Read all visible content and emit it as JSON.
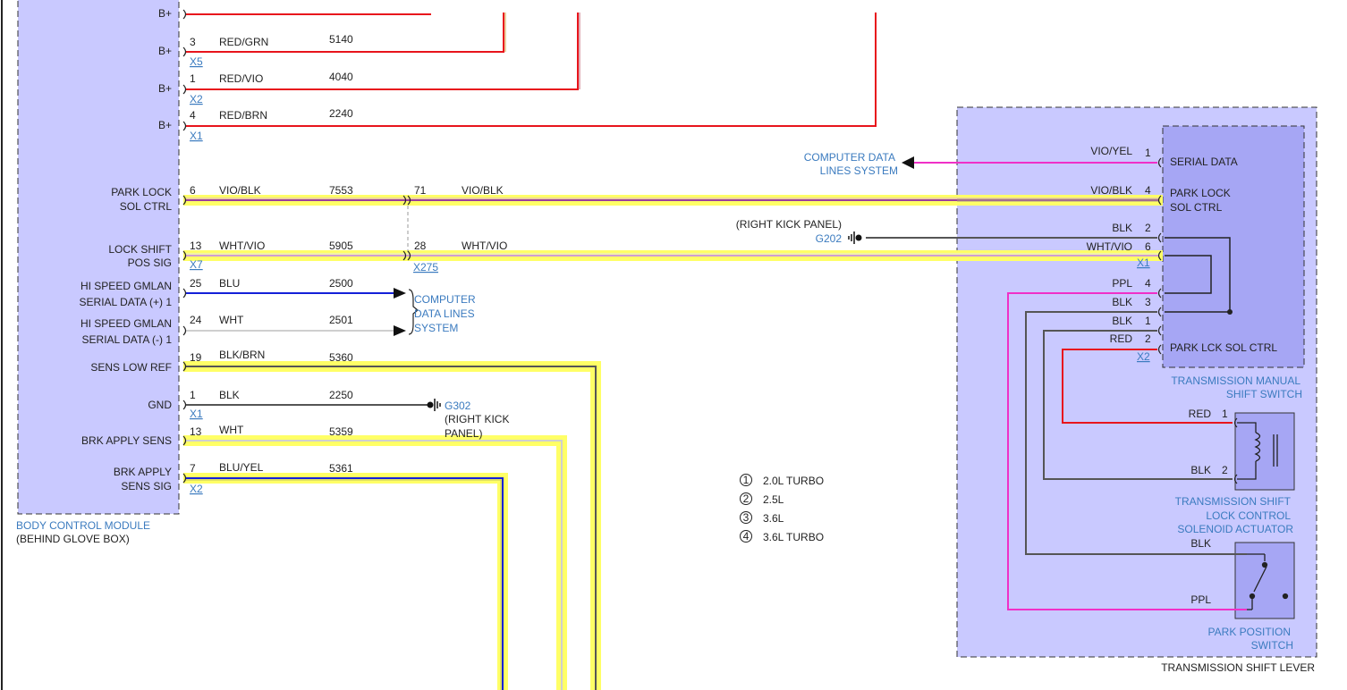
{
  "bcm": {
    "name": "BODY CONTROL MODULE",
    "location": "(BEHIND GLOVE BOX)",
    "pins": [
      {
        "label": "B+"
      },
      {
        "label": "B+",
        "pin": "3",
        "wire": "RED/GRN",
        "circuit": "5140",
        "connector": "X5"
      },
      {
        "label": "B+",
        "pin": "1",
        "wire": "RED/VIO",
        "circuit": "4040",
        "connector": "X2"
      },
      {
        "label": "B+",
        "pin": "4",
        "wire": "RED/BRN",
        "circuit": "2240",
        "connector": "X1"
      },
      {
        "label1": "PARK LOCK",
        "label2": "SOL CTRL",
        "pin": "6",
        "wire": "VIO/BLK",
        "circuit": "7553"
      },
      {
        "label1": "LOCK SHIFT",
        "label2": "POS SIG",
        "pin": "13",
        "wire": "WHT/VIO",
        "circuit": "5905",
        "connector": "X7"
      },
      {
        "label1": "HI SPEED GMLAN",
        "label2": "SERIAL DATA (+) 1",
        "pin": "25",
        "wire": "BLU",
        "circuit": "2500"
      },
      {
        "label1": "HI SPEED GMLAN",
        "label2": "SERIAL DATA (-) 1",
        "pin": "24",
        "wire": "WHT",
        "circuit": "2501"
      },
      {
        "label": "SENS LOW REF",
        "pin": "19",
        "wire": "BLK/BRN",
        "circuit": "5360"
      },
      {
        "label": "GND",
        "pin": "1",
        "wire": "BLK",
        "circuit": "2250",
        "connector": "X1"
      },
      {
        "label": "BRK APPLY SENS",
        "pin": "13",
        "wire": "WHT",
        "circuit": "5359"
      },
      {
        "label1": "BRK APPLY",
        "label2": "SENS SIG",
        "pin": "7",
        "wire": "BLU/YEL",
        "circuit": "5361",
        "connector": "X2"
      }
    ]
  },
  "inline": {
    "connector": "X275",
    "park": {
      "pin": "71",
      "wire": "VIO/BLK"
    },
    "lock": {
      "pin": "28",
      "wire": "WHT/VIO"
    }
  },
  "computer_data_lines": {
    "top": {
      "line1": "COMPUTER DATA",
      "line2": "LINES SYSTEM"
    },
    "mid": {
      "line1": "COMPUTER",
      "line2": "DATA LINES",
      "line3": "SYSTEM"
    }
  },
  "grounds": {
    "g202": {
      "id": "G202",
      "location": "(RIGHT KICK PANEL)"
    },
    "g302": {
      "id": "G302",
      "line1": "(RIGHT KICK",
      "line2": "PANEL)"
    }
  },
  "tmss": {
    "title1": "TRANSMISSION MANUAL",
    "title2": "SHIFT SWITCH",
    "pins": [
      {
        "wire": "VIO/YEL",
        "pin": "1",
        "label": "SERIAL DATA"
      },
      {
        "wire": "VIO/BLK",
        "pin": "4",
        "label1": "PARK LOCK",
        "label2": "SOL CTRL"
      },
      {
        "wire": "BLK",
        "pin": "2"
      },
      {
        "wire": "WHT/VIO",
        "pin": "6",
        "connector": "X1"
      },
      {
        "wire": "PPL",
        "pin": "4"
      },
      {
        "wire": "BLK",
        "pin": "3"
      },
      {
        "wire": "BLK",
        "pin": "1"
      },
      {
        "wire": "RED",
        "pin": "2",
        "label": "PARK LCK SOL CTRL",
        "connector": "X2"
      }
    ]
  },
  "solenoid": {
    "title1": "TRANSMISSION SHIFT",
    "title2": "LOCK CONTROL",
    "title3": "SOLENOID ACTUATOR",
    "pins": [
      {
        "wire": "RED",
        "pin": "1"
      },
      {
        "wire": "BLK",
        "pin": "2"
      }
    ]
  },
  "pps": {
    "title1": "PARK POSITION",
    "title2": "SWITCH",
    "wires": {
      "top": "BLK",
      "bottom": "PPL"
    }
  },
  "lever": "TRANSMISSION SHIFT LEVER",
  "legend": [
    {
      "num": "1",
      "text": "2.0L TURBO"
    },
    {
      "num": "2",
      "text": "2.5L"
    },
    {
      "num": "3",
      "text": "3.6L"
    },
    {
      "num": "4",
      "text": "3.6L TURBO"
    }
  ],
  "colors": {
    "red": "#e8141c",
    "vio_blk": "#9b3f9b",
    "blu": "#1420d8",
    "pink": "#f030c8",
    "blk": "#555555",
    "wht": "#cfcfcf",
    "highlight": "#ffff66",
    "module": "#c9c9ff",
    "inner_module": "#a6a6f4",
    "label_blue": "#3b7bbf"
  }
}
